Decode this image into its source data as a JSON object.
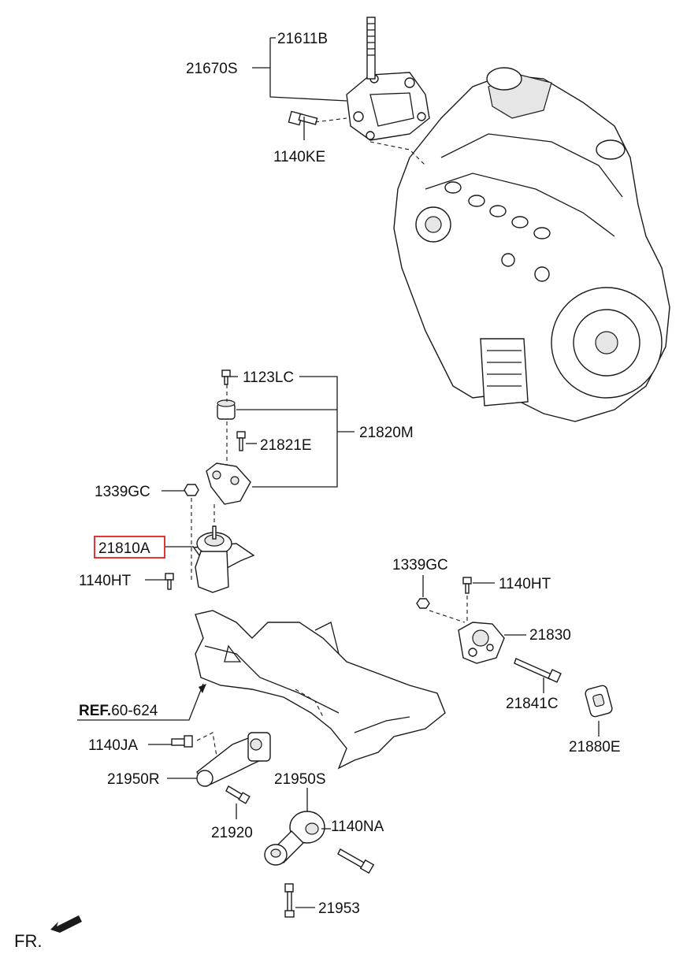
{
  "labels": {
    "p21611B": "21611B",
    "p21670S": "21670S",
    "p1140KE": "1140KE",
    "p1123LC": "1123LC",
    "p21820M": "21820M",
    "p21821E": "21821E",
    "p1339GC_left": "1339GC",
    "p21810A": "21810A",
    "p1140HT_left": "1140HT",
    "p1339GC_right": "1339GC",
    "p1140HT_right": "1140HT",
    "p21830": "21830",
    "p21841C": "21841C",
    "p21880E": "21880E",
    "ref_prefix": "REF.",
    "ref_number": "60-624",
    "p1140JA": "1140JA",
    "p21950R": "21950R",
    "p21950S": "21950S",
    "p1140NA": "1140NA",
    "p21920": "21920",
    "p21953": "21953",
    "fr": "FR."
  },
  "highlight": {
    "part": "21810A",
    "color": "#e0201c"
  }
}
